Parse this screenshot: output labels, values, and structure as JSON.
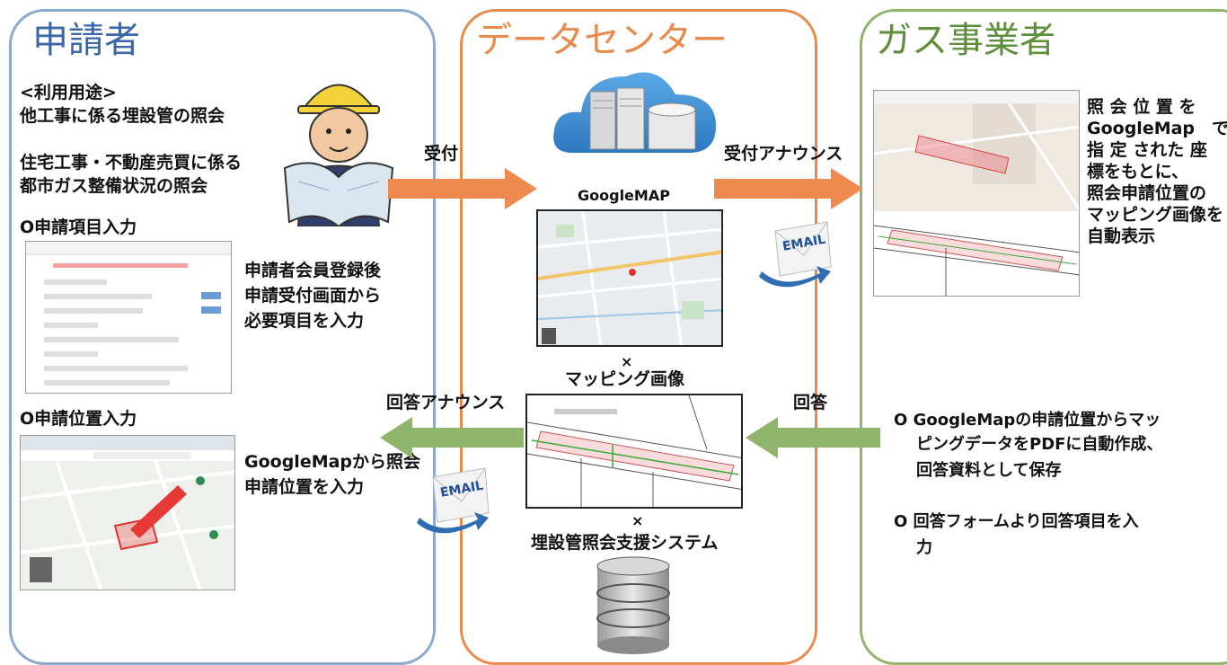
{
  "panels": {
    "left_title": "申請者",
    "mid_title": "データセンター",
    "right_title": "ガス事業者"
  },
  "left": {
    "usage_heading": "<利用用途>",
    "usage_line1": "他工事に係る埋設管の照会",
    "usage_line2": "住宅工事・不動産売買に係る",
    "usage_line3": "都市ガス整備状況の照会",
    "input_heading": "O申請項目入力",
    "input_desc": [
      "申請者会員登録後",
      "申請受付画面から",
      "必要項目を入力"
    ],
    "position_heading": "O申請位置入力",
    "position_desc": [
      "GoogleMapから照会",
      "申請位置を入力"
    ]
  },
  "mid": {
    "googlemap_label": "GoogleMAP",
    "times1": "×",
    "mapping_label": "マッピング画像",
    "times2": "×",
    "system_label": "埋設管照会支援システム"
  },
  "right": {
    "desc_lines": [
      "照 会 位 置 を",
      "GoogleMap　で",
      "指 定 された 座",
      "標をもとに、",
      "照会申請位置の",
      "マッピング画像を",
      "自動表示"
    ],
    "bullet1": [
      "O GoogleMapの申請位置からマッ",
      "ピングデータをPDFに自動作成、",
      "回答資料として保存"
    ],
    "bullet2": [
      "O 回答フォームより回答項目を入",
      "力"
    ]
  },
  "arrows": {
    "receive": "受付",
    "receive_announce": "受付アナウンス",
    "answer_announce": "回答アナウンス",
    "answer": "回答"
  },
  "email": {
    "label1": "EMAIL",
    "label2": "EMAIL"
  },
  "colors": {
    "blue": "#8aa9cf",
    "orange": "#e88a4c",
    "green": "#8fb46b",
    "arrow_green": "#8fb46b",
    "arrow_orange": "#ee8a50"
  }
}
